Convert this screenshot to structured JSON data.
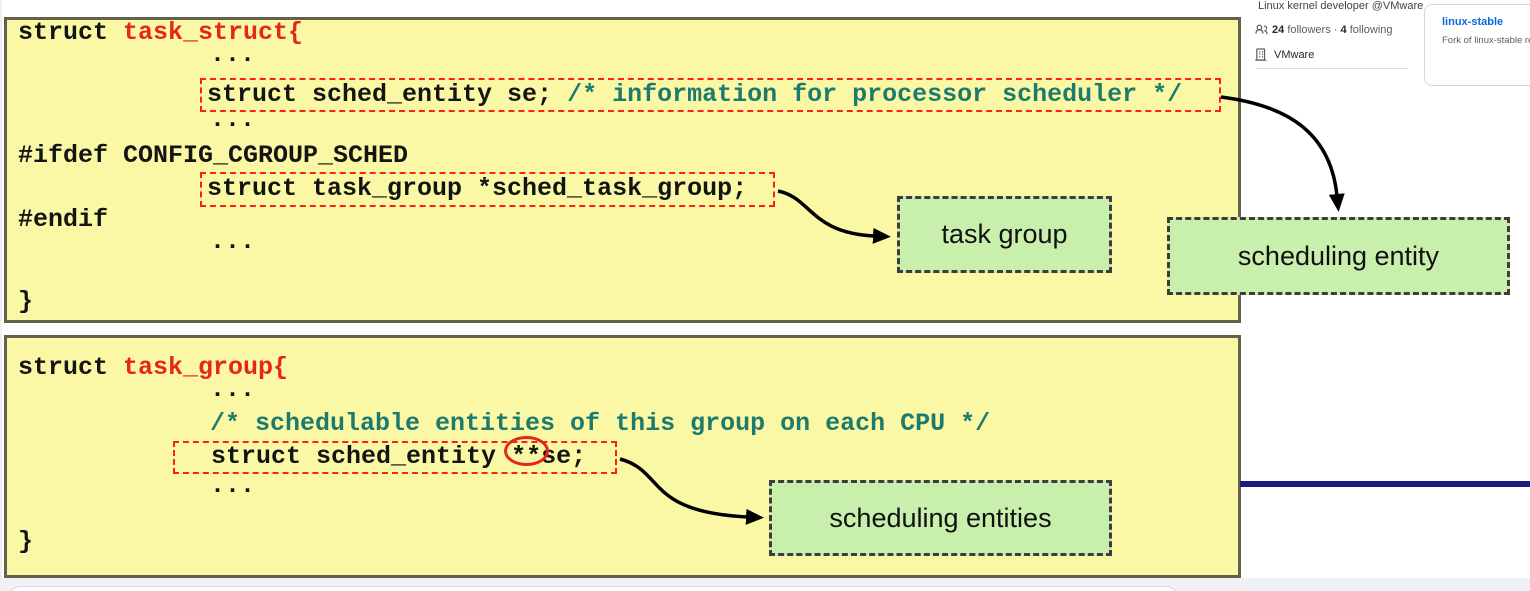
{
  "code": {
    "dots": "...",
    "b1": {
      "l1a": "struct ",
      "l1b": "task_struct{",
      "l3a": "struct sched_entity se; ",
      "l3b": "/* information for processor scheduler */",
      "l5": "#ifdef CONFIG_CGROUP_SCHED",
      "l6": "struct task_group *sched_task_group;",
      "l7": "#endif",
      "l9": "}"
    },
    "b2": {
      "l1a": "struct ",
      "l1b": "task_group{",
      "l3": "/* schedulable entities of this group on each CPU */",
      "l4a": "struct sched_entity ",
      "l4b": "**",
      "l4c": "se;",
      "l6": "}"
    }
  },
  "labels": {
    "task_group": "task group",
    "scheduling_entity": "scheduling entity",
    "scheduling_entities": "scheduling entities"
  },
  "sidebar": {
    "bio": "Linux kernel developer @VMware",
    "followers_count": "24",
    "followers_label": "followers",
    "dot": "·",
    "following_count": "4",
    "following_label": "following",
    "org": "VMware",
    "repo": {
      "name": "linux-stable",
      "desc": "Fork of linux-stable repo"
    }
  },
  "colors": {
    "yellow_fill": "#faf8a4",
    "yellow_border": "#62624a",
    "green_fill": "#c9efad",
    "green_border": "#3d3d3d",
    "red_accent": "#e6261d",
    "red_dashed": "#ff2015",
    "teal_comment": "#1d7a6f",
    "link_blue": "#0969da",
    "navy_line": "#1c1c7e"
  }
}
